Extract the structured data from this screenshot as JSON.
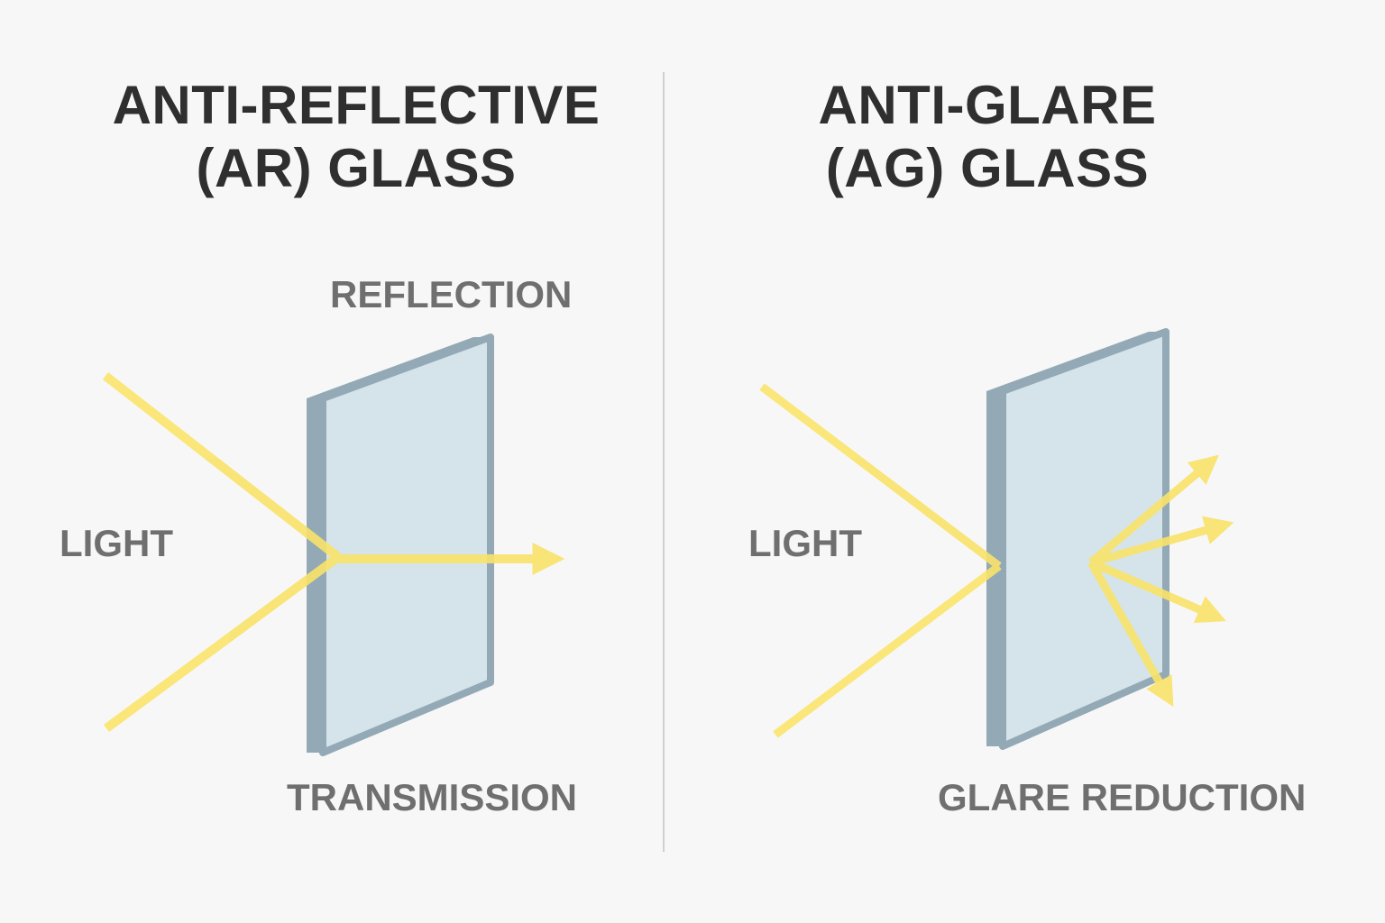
{
  "ar_panel": {
    "title_line1": "ANTI-REFLECTIVE",
    "title_line2": "(AR) GLASS",
    "label_reflection": "REFLECTION",
    "label_light": "LIGHT",
    "label_transmission": "TRANSMISSION"
  },
  "ag_panel": {
    "title_line1": "ANTI-GLARE",
    "title_line2": "(AG) GLASS",
    "label_light": "LIGHT",
    "label_glare_reduction": "GLARE REDUCTION"
  },
  "colors": {
    "background": "#f7f7f7",
    "title": "#2f2f2f",
    "label": "#6f6f6f",
    "light_ray": "#f9e36a",
    "glass_face": "#d4e4ea",
    "glass_edge": "#93a9b5",
    "divider": "#cfcfcf"
  }
}
